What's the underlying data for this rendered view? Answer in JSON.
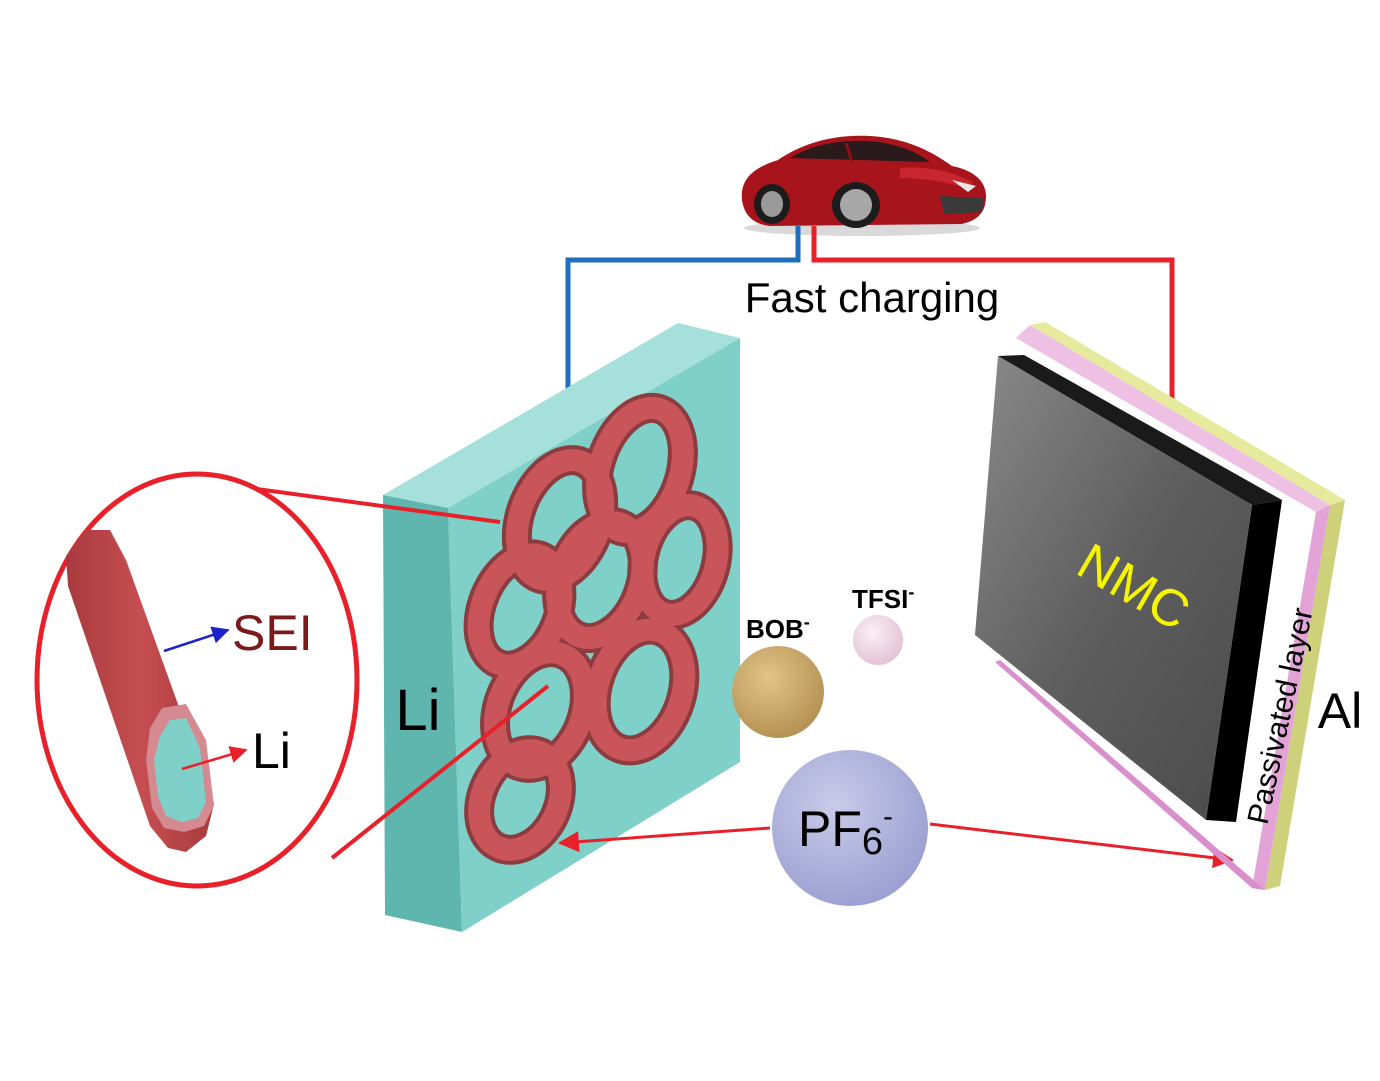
{
  "labels": {
    "fast_charging": "Fast charging",
    "li_anode": "Li",
    "nmc": "NMC",
    "passivated_layer": "Passivated layer",
    "al": "Al",
    "sei": "SEI",
    "li_core": "Li",
    "bob": "BOB",
    "bob_charge": "-",
    "tfsi": "TFSI",
    "tfsi_charge": "-",
    "pf6_base": "PF",
    "pf6_sub": "6",
    "pf6_charge": "-"
  },
  "colors": {
    "lithium_teal": "#7fd0c8",
    "dendrite_red": "#c0454a",
    "nmc_gray": "#6e6e6e",
    "nmc_text": "#f5f500",
    "passivated_pink": "#e3a3d6",
    "al_green": "#cdd27a",
    "wire_blue": "#1f6fbf",
    "wire_red": "#e8202a",
    "sei_text": "#7a1a1a",
    "bob_ball": "#caa868",
    "tfsi_ball": "#f1d9e6",
    "pf6_ball": "#aeb2dc",
    "zoom_circle": "#e8202a"
  },
  "icons": {
    "car": "car-icon"
  }
}
